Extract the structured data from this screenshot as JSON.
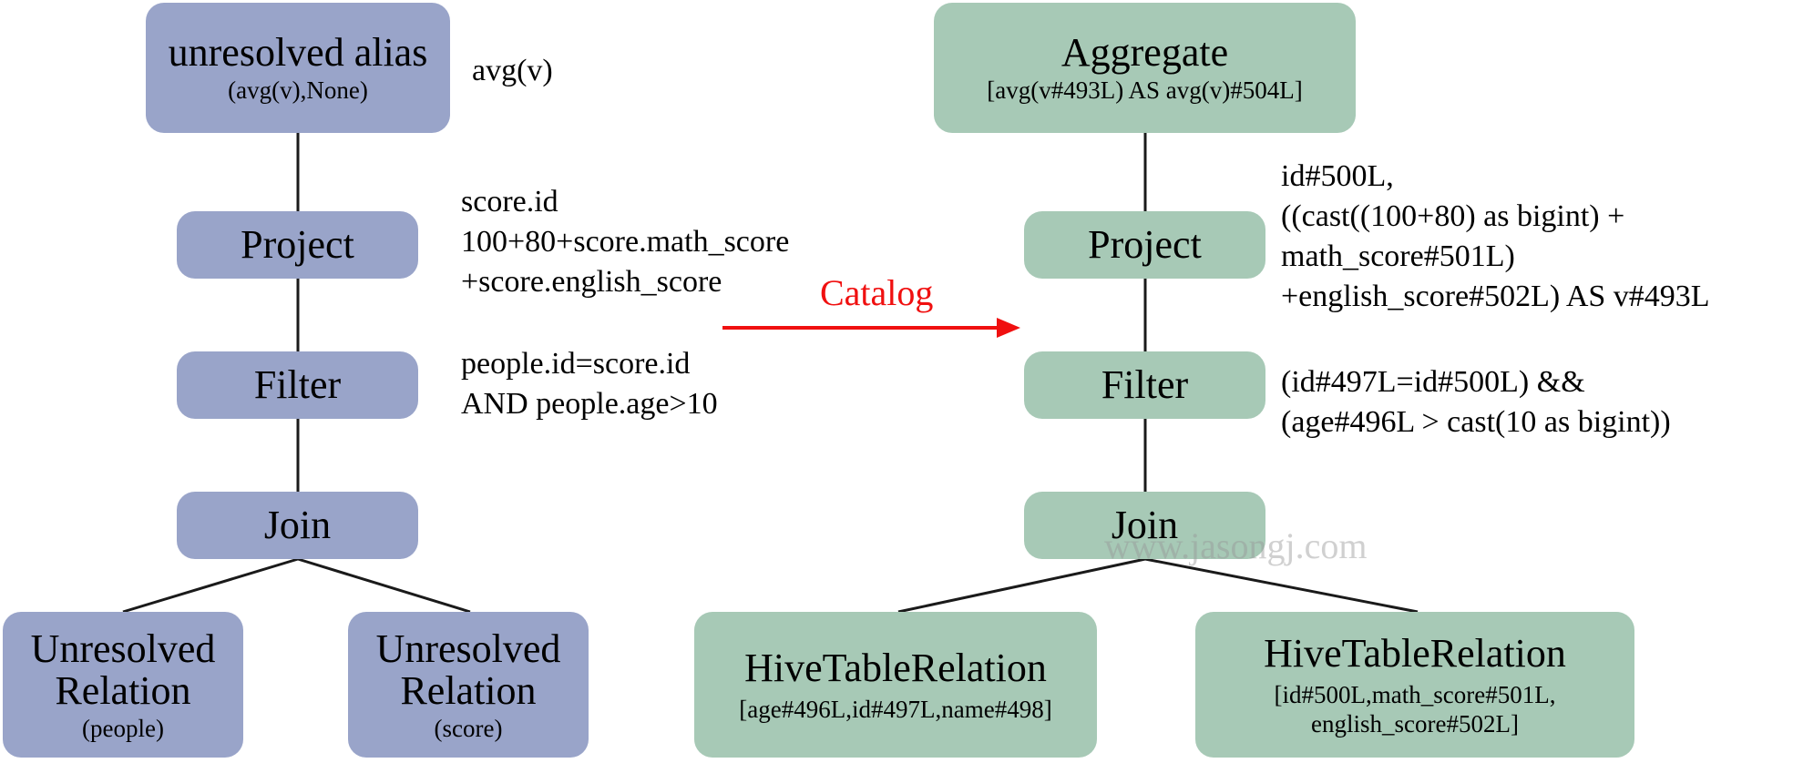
{
  "left_tree": {
    "root": {
      "title": "unresolved alias",
      "detail": "(avg(v),None)",
      "annotation": [
        "avg(v)"
      ]
    },
    "project": {
      "title": "Project",
      "annotation": [
        "score.id",
        "100+80+score.math_score",
        "+score.english_score"
      ]
    },
    "filter": {
      "title": "Filter",
      "annotation": [
        "people.id=score.id",
        "AND people.age>10"
      ]
    },
    "join": {
      "title": "Join"
    },
    "leaf_people": {
      "title_line1": "Unresolved",
      "title_line2": "Relation",
      "detail": "(people)"
    },
    "leaf_score": {
      "title_line1": "Unresolved",
      "title_line2": "Relation",
      "detail": "(score)"
    }
  },
  "arrow_label": "Catalog",
  "right_tree": {
    "root": {
      "title": "Aggregate",
      "detail": "[avg(v#493L) AS avg(v)#504L]"
    },
    "project": {
      "title": "Project",
      "annotation": [
        "id#500L,",
        "((cast((100+80) as bigint) +",
        "math_score#501L)",
        "+english_score#502L) AS v#493L"
      ]
    },
    "filter": {
      "title": "Filter",
      "annotation": [
        "(id#497L=id#500L) &&",
        "(age#496L > cast(10 as bigint))"
      ]
    },
    "join": {
      "title": "Join"
    },
    "leaf_people": {
      "title": "HiveTableRelation",
      "detail": "[age#496L,id#497L,name#498]"
    },
    "leaf_score": {
      "title": "HiveTableRelation",
      "detail_line1": "[id#500L,math_score#501L,",
      "detail_line2": "english_score#502L]"
    }
  },
  "watermark": "www.jasongj.com",
  "colors": {
    "left_nodes": "#99a4c9",
    "right_nodes": "#a7c9b6",
    "arrow": "#f01010",
    "edges": "#1a1a1a"
  }
}
